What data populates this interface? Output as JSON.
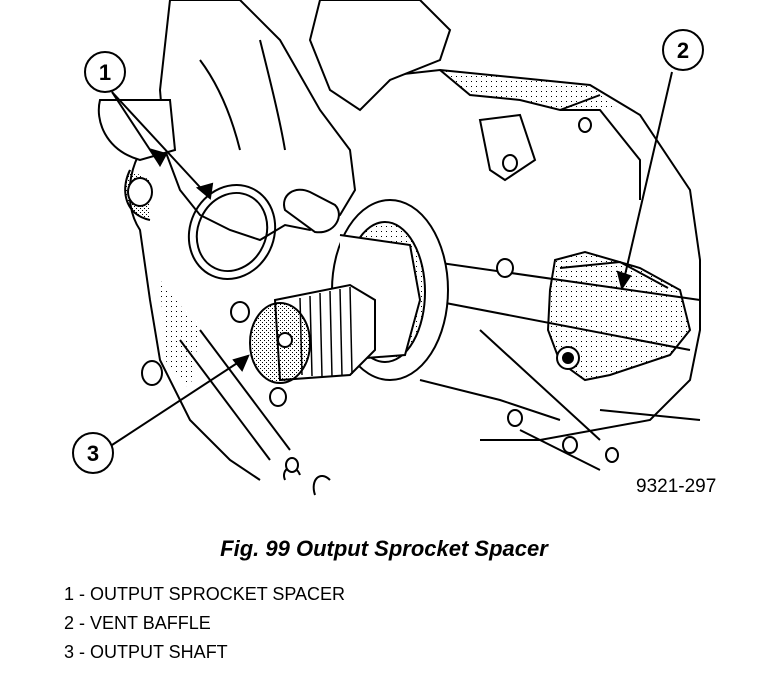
{
  "figure": {
    "callouts": [
      {
        "number": "1"
      },
      {
        "number": "2"
      },
      {
        "number": "3"
      }
    ],
    "reference_code": "9321-297"
  },
  "caption": "Fig. 99 Output Sprocket Spacer",
  "legend": [
    {
      "text": "1 - OUTPUT SPROCKET SPACER"
    },
    {
      "text": "2 - VENT BAFFLE"
    },
    {
      "text": "3 - OUTPUT SHAFT"
    }
  ]
}
